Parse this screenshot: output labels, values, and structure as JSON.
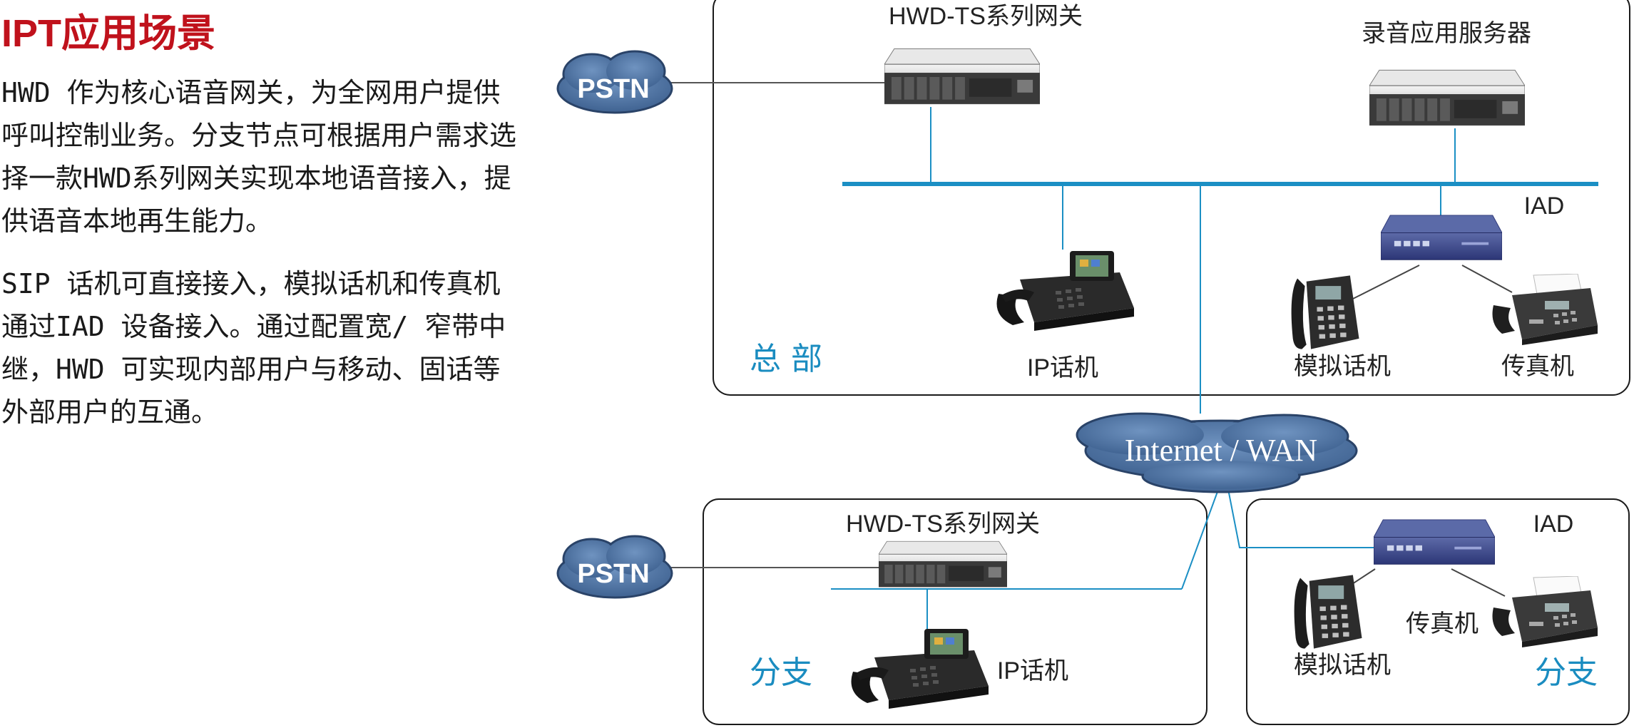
{
  "text": {
    "title": "IPT应用场景",
    "para1": "HWD 作为核心语音网关，为全网用户提供呼叫控制业务。分支节点可根据用户需求选择一款HWD系列网关实现本地语音接入，提供语音本地再生能力。",
    "para2": "SIP 话机可直接接入，模拟话机和传真机通过IAD 设备接入。通过配置宽/ 窄带中继，HWD 可实现内部用户与移动、固话等外部用户的互通。"
  },
  "diagram": {
    "hq": {
      "site_label": "总 部",
      "gateway_label": "HWD-TS系列网关",
      "server_label": "录音应用服务器",
      "iad_label": "IAD",
      "ip_phone_label": "IP话机",
      "analog_phone_label": "模拟话机",
      "fax_label": "传真机"
    },
    "pstn_label": "PSTN",
    "internet_label": "Internet / WAN",
    "branch1": {
      "site_label": "分支",
      "gateway_label": "HWD-TS系列网关",
      "ip_phone_label": "IP话机"
    },
    "branch2": {
      "site_label": "分支",
      "iad_label": "IAD",
      "fax_label": "传真机",
      "analog_phone_label": "模拟话机"
    },
    "colors": {
      "link": "#1b8fc4",
      "cloud": "#3f6596",
      "title": "#c0121c",
      "site_label": "#1a8cc0"
    }
  }
}
